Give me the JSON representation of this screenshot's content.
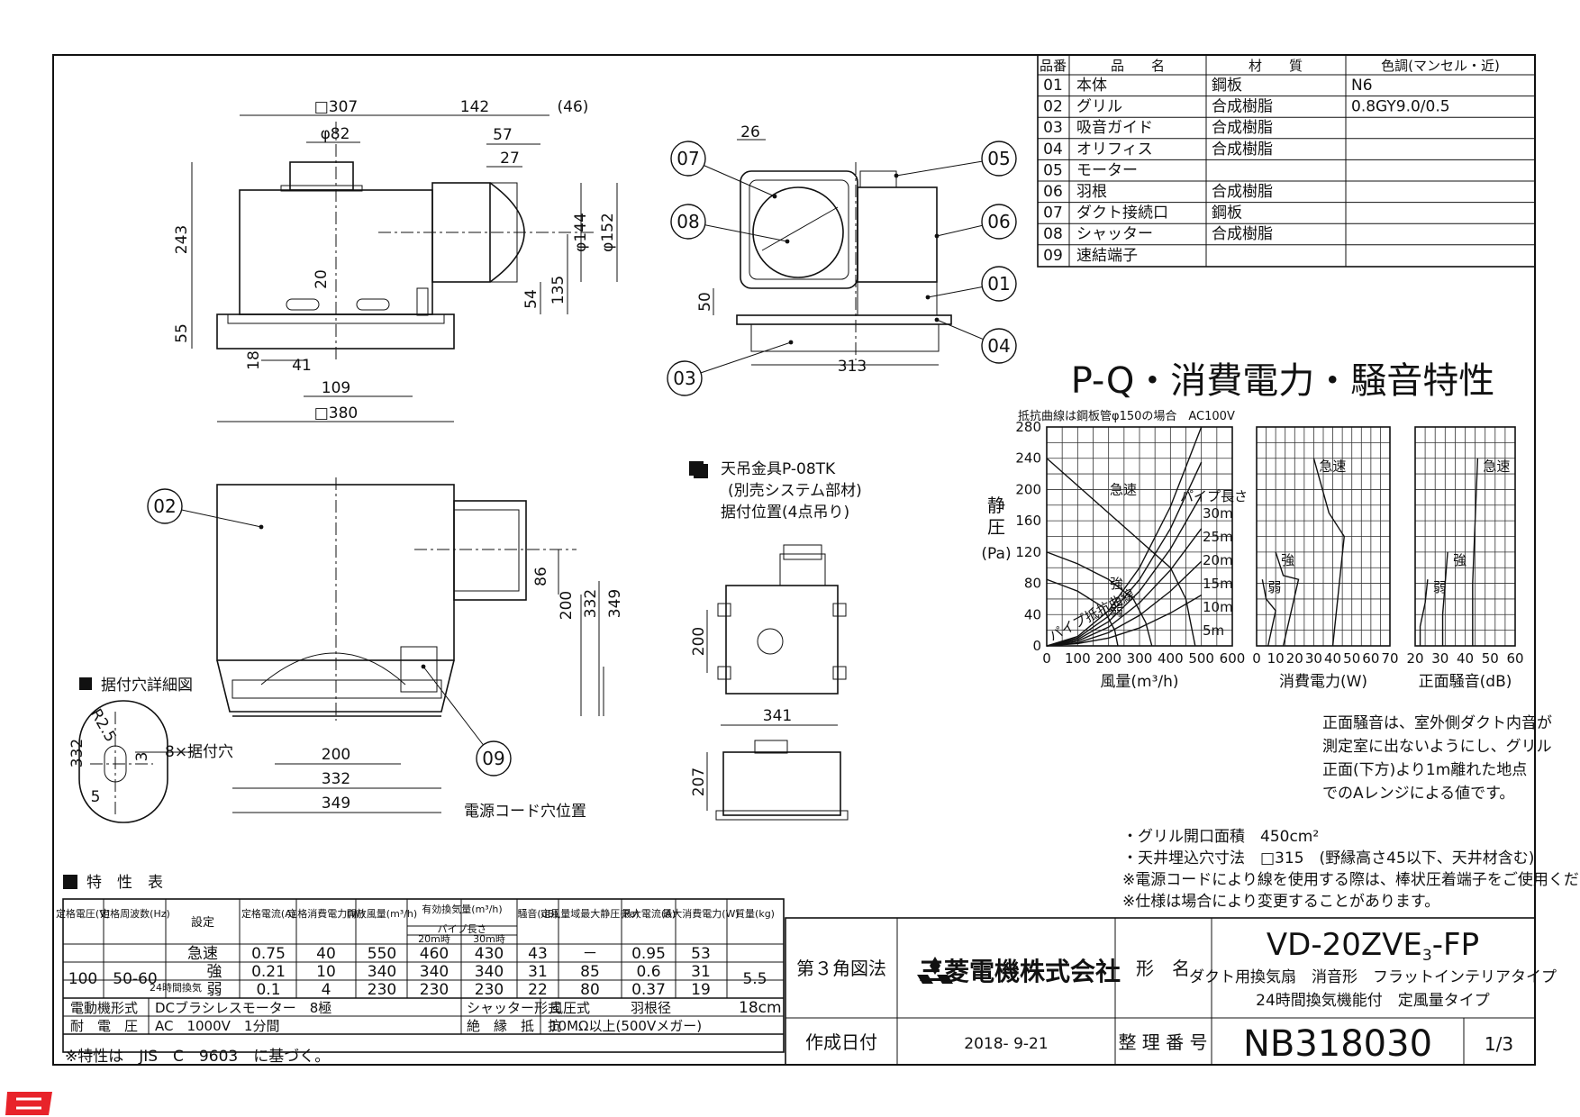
{
  "parts_table": {
    "headers": [
      "品番",
      "品　　名",
      "材　　質",
      "色調(マンセル・近)"
    ],
    "rows": [
      [
        "01",
        "本体",
        "鋼板",
        "N6"
      ],
      [
        "02",
        "グリル",
        "合成樹脂",
        "0.8GY9.0/0.5"
      ],
      [
        "03",
        "吸音ガイド",
        "合成樹脂",
        ""
      ],
      [
        "04",
        "オリフィス",
        "合成樹脂",
        ""
      ],
      [
        "05",
        "モーター",
        "",
        ""
      ],
      [
        "06",
        "羽根",
        "合成樹脂",
        ""
      ],
      [
        "07",
        "ダクト接続口",
        "鋼板",
        ""
      ],
      [
        "08",
        "シャッター",
        "合成樹脂",
        ""
      ],
      [
        "09",
        "速結端子",
        "",
        ""
      ]
    ]
  },
  "dimensions": {
    "front": [
      "□307",
      "142",
      "(46)",
      "φ82",
      "57",
      "27",
      "243",
      "20",
      "φ144",
      "φ152",
      "54",
      "135",
      "55",
      "18",
      "41",
      "109",
      "□380"
    ],
    "side": [
      "26",
      "50",
      "313"
    ],
    "bottom": [
      "86",
      "200",
      "332",
      "349",
      "200",
      "332",
      "349"
    ],
    "detail": [
      "332",
      "R2.5",
      "3",
      "5"
    ],
    "hanger": [
      "200",
      "341",
      "207"
    ]
  },
  "callouts": [
    "07",
    "08",
    "05",
    "06",
    "01",
    "04",
    "03",
    "02",
    "09"
  ],
  "labels": {
    "hanger_title": "天吊金具P-08TK",
    "hanger_sub1": "(別売システム部材)",
    "hanger_sub2": "据付位置(4点吊り)",
    "detail_title": "据付穴詳細図",
    "detail_holes": "8×据付穴",
    "cord_hole": "電源コード穴位置",
    "char_title": "特　性　表"
  },
  "chart_data": [
    {
      "type": "line",
      "title": "P-Q・消費電力・騒音特性",
      "subtitle": "抵抗曲線は鋼板管φ150の場合　AC100V",
      "xlabel": "風量(m³/h)",
      "ylabel": "静圧(Pa)",
      "xlim": [
        0,
        600
      ],
      "ylim": [
        0,
        280
      ],
      "x_ticks": [
        "0",
        "100",
        "200",
        "300",
        "400",
        "500",
        "600"
      ],
      "y_ticks": [
        "0",
        "40",
        "80",
        "120",
        "160",
        "200",
        "240",
        "280"
      ],
      "series_labels": [
        "急速",
        "強",
        "弱",
        "パイプ抵抗曲線"
      ],
      "pipe_label": "パイプ長さ",
      "pipe_lengths": [
        "30m",
        "25m",
        "20m",
        "15m",
        "10m",
        "5m"
      ],
      "series": [
        {
          "name": "急速",
          "x": [
            0,
            100,
            200,
            300,
            400,
            450,
            470,
            480
          ],
          "y": [
            240,
            205,
            170,
            135,
            100,
            60,
            20,
            0
          ]
        },
        {
          "name": "強",
          "x": [
            0,
            100,
            200,
            280,
            320,
            340
          ],
          "y": [
            120,
            105,
            85,
            60,
            30,
            0
          ]
        },
        {
          "name": "弱",
          "x": [
            0,
            100,
            180,
            220,
            230
          ],
          "y": [
            85,
            70,
            50,
            20,
            0
          ]
        }
      ],
      "pipe_curves": [
        {
          "name": "30m",
          "x": [
            0,
            100,
            200,
            300,
            400,
            500
          ],
          "y": [
            0,
            12,
            45,
            100,
            178,
            280
          ]
        },
        {
          "name": "25m",
          "x": [
            0,
            100,
            200,
            300,
            400,
            500
          ],
          "y": [
            0,
            10,
            38,
            85,
            150,
            235
          ]
        },
        {
          "name": "20m",
          "x": [
            0,
            100,
            200,
            300,
            400,
            500
          ],
          "y": [
            0,
            8,
            31,
            70,
            124,
            193
          ]
        },
        {
          "name": "15m",
          "x": [
            0,
            100,
            200,
            300,
            400,
            500
          ],
          "y": [
            0,
            6,
            24,
            55,
            97,
            150
          ]
        },
        {
          "name": "10m",
          "x": [
            0,
            100,
            200,
            300,
            400,
            500
          ],
          "y": [
            0,
            4,
            17,
            39,
            70,
            108
          ]
        },
        {
          "name": "5m",
          "x": [
            0,
            100,
            200,
            300,
            400,
            500
          ],
          "y": [
            0,
            3,
            10,
            23,
            42,
            65
          ]
        }
      ]
    },
    {
      "type": "line",
      "xlabel": "消費電力(W)",
      "xlim": [
        0,
        70
      ],
      "ylim": [
        0,
        280
      ],
      "x_ticks": [
        "0",
        "10",
        "20",
        "30",
        "40",
        "50",
        "60",
        "70"
      ],
      "series_labels": [
        "急速",
        "強",
        "弱"
      ],
      "series": [
        {
          "name": "急速",
          "x": [
            30,
            38,
            46,
            40
          ],
          "y": [
            240,
            170,
            140,
            0
          ]
        },
        {
          "name": "強",
          "x": [
            10,
            14,
            22,
            14
          ],
          "y": [
            120,
            90,
            85,
            0
          ]
        },
        {
          "name": "弱",
          "x": [
            3,
            5,
            10,
            6
          ],
          "y": [
            85,
            60,
            45,
            0
          ]
        }
      ]
    },
    {
      "type": "line",
      "xlabel": "正面騒音(dB)",
      "xlim": [
        20,
        60
      ],
      "ylim": [
        0,
        280
      ],
      "x_ticks": [
        "20",
        "30",
        "40",
        "50",
        "60"
      ],
      "series_labels": [
        "急速",
        "強",
        "弱"
      ],
      "series": [
        {
          "name": "急速",
          "x": [
            45,
            44,
            43,
            43
          ],
          "y": [
            240,
            160,
            80,
            0
          ]
        },
        {
          "name": "強",
          "x": [
            33,
            32,
            31,
            31
          ],
          "y": [
            120,
            80,
            40,
            0
          ]
        },
        {
          "name": "弱",
          "x": [
            25,
            24,
            22,
            22
          ],
          "y": [
            85,
            55,
            25,
            0
          ]
        }
      ]
    }
  ],
  "notes": {
    "noise_note": [
      "正面騒音は、室外側ダクト内音が",
      "測定室に出ないようにし、グリル",
      "正面(下方)より1m離れた地点",
      "でのAレンジによる値です。"
    ],
    "spec_notes": [
      "・グリル開口面積　450cm²",
      "・天井埋込穴寸法　□315　(野縁高さ45以下、天井材含む)",
      "※電源コードにより線を使用する際は、棒状圧着端子をご使用ください。",
      "※仕様は場合により変更することがあります。"
    ]
  },
  "spec_table": {
    "headers": {
      "voltage": "定格電圧(V)",
      "freq": "定格周波数(Hz)",
      "setting": "設定",
      "current": "定格電流(A)",
      "power": "定格消費電力(W)",
      "open_air": "開放風量(m³/h)",
      "effective": "有効換気量(m³/h)",
      "pipe_len": "パイプ長さ",
      "p20": "20m時",
      "p30": "30m時",
      "noise": "騒音(dB)",
      "static": "定風量域最大静圧(Pa)",
      "max_current": "最大電流(A)",
      "max_power": "最大消費電力(W)",
      "mass": "質量(kg)"
    },
    "voltage": "100",
    "freq": "50-60",
    "mass": "5.5",
    "group_label": "24時間換気",
    "rows": [
      {
        "setting": "急速",
        "current": "0.75",
        "power": "40",
        "open_air": "550",
        "p20": "460",
        "p30": "430",
        "noise": "43",
        "static": "－",
        "max_current": "0.95",
        "max_power": "53"
      },
      {
        "setting": "強",
        "current": "0.21",
        "power": "10",
        "open_air": "340",
        "p20": "340",
        "p30": "340",
        "noise": "31",
        "static": "85",
        "max_current": "0.6",
        "max_power": "31"
      },
      {
        "setting": "弱",
        "current": "0.1",
        "power": "4",
        "open_air": "230",
        "p20": "230",
        "p30": "230",
        "noise": "22",
        "static": "80",
        "max_current": "0.37",
        "max_power": "19"
      }
    ],
    "motor_label": "電動機形式",
    "motor_value": "DCブラシレスモーター　8極",
    "shutter_label": "シャッター形式",
    "shutter_value": "風圧式",
    "blade_label": "羽根径",
    "blade_value": "18cm",
    "withstand_label": "耐　電　圧",
    "withstand_value": "AC　1000V　1分間",
    "insulation_label": "絶　縁　抵　抗",
    "insulation_value": "10MΩ以上(500Vメガー)",
    "footnote": "※特性は　JIS　C　9603　に基づく。"
  },
  "title_block": {
    "projection": "第３角図法",
    "company": "三菱電機株式会社",
    "model_label": "形　名",
    "model": "VD-20ZVE3-FP",
    "model_base": "VD-20ZVE",
    "model_sub": "3",
    "model_suffix": "-FP",
    "desc1": "ダクト用換気扇　消音形　フラットインテリアタイプ",
    "desc2": "24時間換気機能付　定風量タイプ",
    "date_label": "作成日付",
    "date": "2018- 9-21",
    "number_label": "整 理 番 号",
    "number": "NB318030",
    "page": "1/3",
    "brand_color": "#e8232a"
  }
}
